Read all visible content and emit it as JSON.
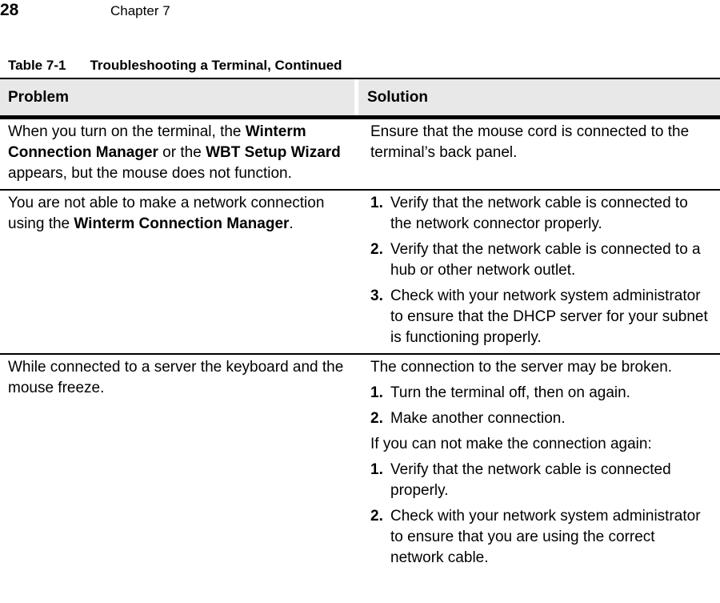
{
  "page": {
    "number": "28",
    "chapter": "Chapter 7"
  },
  "caption": {
    "label": "Table 7-1",
    "title": "Troubleshooting a Terminal, Continued"
  },
  "colors": {
    "header_bg": "#e8e8e8",
    "border": "#000000",
    "header_divider": "#ffffff",
    "text": "#000000"
  },
  "table": {
    "columns": [
      "Problem",
      "Solution"
    ],
    "rows": [
      {
        "problem": [
          {
            "text": "When you turn on the terminal, the ",
            "bold": false
          },
          {
            "text": "Winterm Connection Manager",
            "bold": true
          },
          {
            "text": " or the ",
            "bold": false
          },
          {
            "text": "WBT Setup Wizard",
            "bold": true
          },
          {
            "text": " appears, but the mouse does not function.",
            "bold": false
          }
        ],
        "solution": [
          {
            "type": "p",
            "segments": [
              {
                "text": "Ensure that the mouse cord is connected to the terminal’s back panel.",
                "bold": false
              }
            ]
          }
        ]
      },
      {
        "problem": [
          {
            "text": "You are not able to make a network connection using the ",
            "bold": false
          },
          {
            "text": "Winterm Connection Manager",
            "bold": true
          },
          {
            "text": ".",
            "bold": false
          }
        ],
        "solution": [
          {
            "type": "item",
            "number": "1.",
            "segments": [
              {
                "text": "Verify that the network cable is connected to the network connector properly.",
                "bold": false
              }
            ]
          },
          {
            "type": "item",
            "number": "2.",
            "segments": [
              {
                "text": "Verify that the network cable is connected to a hub or other network outlet.",
                "bold": false
              }
            ]
          },
          {
            "type": "item",
            "number": "3.",
            "segments": [
              {
                "text": "Check with your network system administrator to ensure that the DHCP server for your subnet is functioning properly.",
                "bold": false
              }
            ]
          }
        ]
      },
      {
        "problem": [
          {
            "text": "While connected to a server the keyboard and the mouse freeze.",
            "bold": false
          }
        ],
        "solution": [
          {
            "type": "p",
            "segments": [
              {
                "text": "The connection to the server may be broken.",
                "bold": false
              }
            ]
          },
          {
            "type": "item",
            "number": "1.",
            "segments": [
              {
                "text": "Turn the terminal off, then on again.",
                "bold": false
              }
            ]
          },
          {
            "type": "item",
            "number": "2.",
            "segments": [
              {
                "text": "Make another connection.",
                "bold": false
              }
            ]
          },
          {
            "type": "p",
            "segments": [
              {
                "text": "If you can not make the connection again:",
                "bold": false
              }
            ]
          },
          {
            "type": "item",
            "number": "1.",
            "segments": [
              {
                "text": "Verify that the network cable is connected properly.",
                "bold": false
              }
            ]
          },
          {
            "type": "item",
            "number": "2.",
            "segments": [
              {
                "text": "Check with your network system administrator to ensure that you are using the correct network cable.",
                "bold": false
              }
            ]
          }
        ]
      }
    ]
  }
}
